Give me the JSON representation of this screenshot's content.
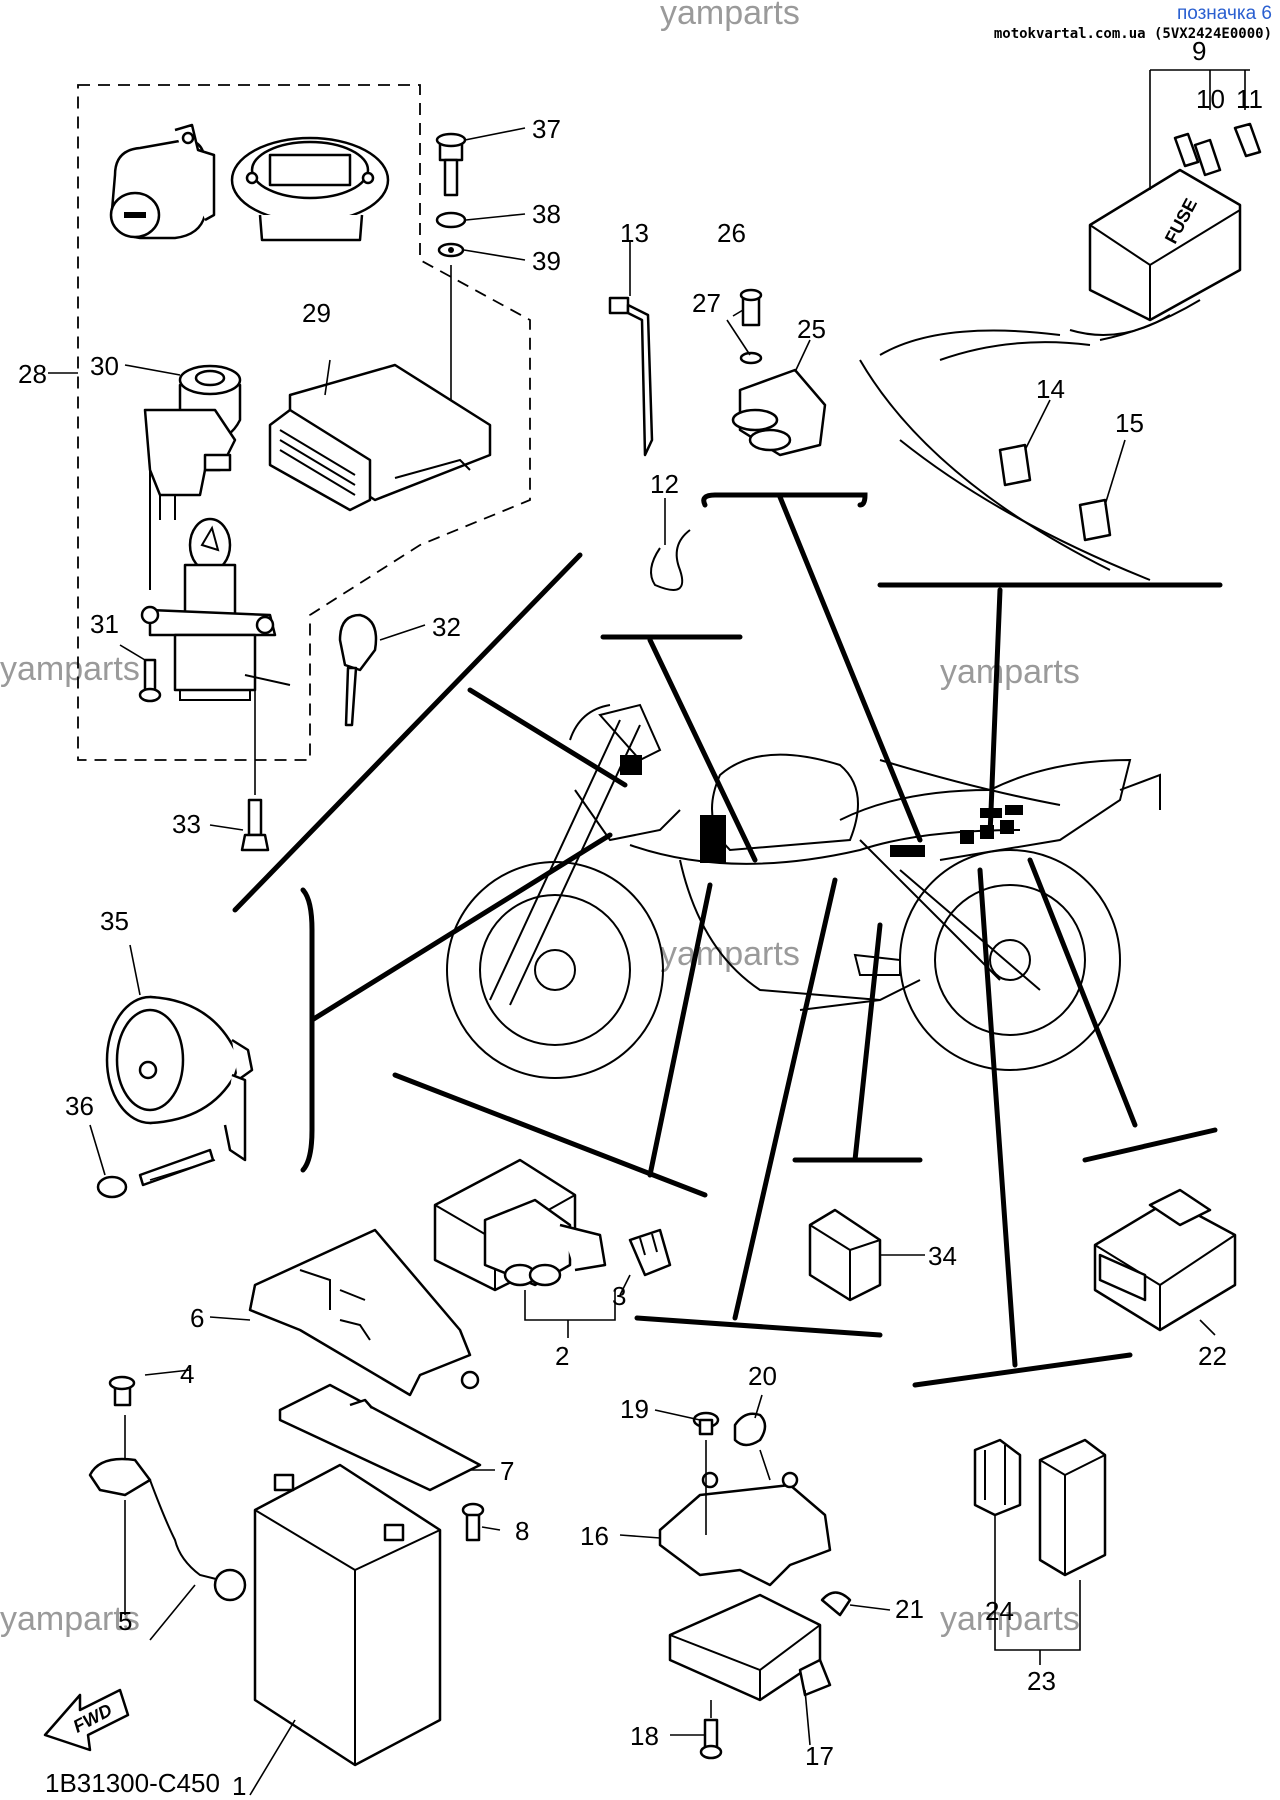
{
  "header": {
    "badge": "позначка 6",
    "source_line": "motokvartal.com.ua (5VX2424E0000)"
  },
  "watermark": "yamparts",
  "drawing_code": "1B31300-C450",
  "fwd_label": "FWD",
  "part_numbers": {
    "p1": "1",
    "p2": "2",
    "p3": "3",
    "p4": "4",
    "p5": "5",
    "p6": "6",
    "p7": "7",
    "p8": "8",
    "p9": "9",
    "p10": "10",
    "p11": "11",
    "p12": "12",
    "p13": "13",
    "p14": "14",
    "p15": "15",
    "p16": "16",
    "p17": "17",
    "p18": "18",
    "p19": "19",
    "p20": "20",
    "p21": "21",
    "p22": "22",
    "p23": "23",
    "p24": "24",
    "p25": "25",
    "p26": "26",
    "p27": "27",
    "p28": "28",
    "p29": "29",
    "p30": "30",
    "p31": "31",
    "p32": "32",
    "p33": "33",
    "p34": "34",
    "p35": "35",
    "p36": "36",
    "p37": "37",
    "p38": "38",
    "p39": "39"
  },
  "fuse_label": "FUSE"
}
